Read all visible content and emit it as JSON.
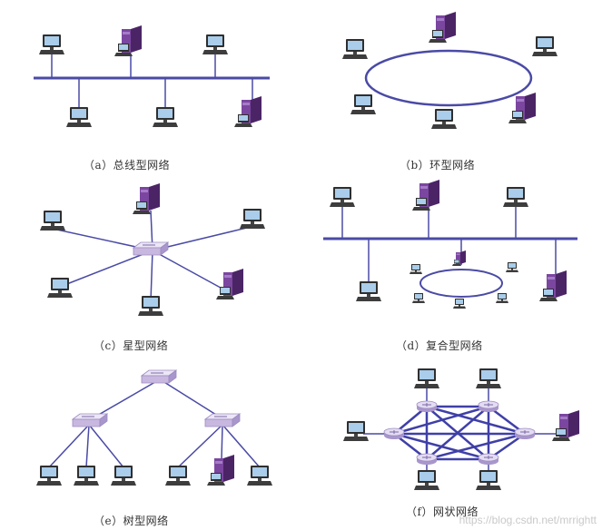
{
  "captions": {
    "a": "（a）总线型网络",
    "b": "（b）环型网络",
    "c": "（c）星型网络",
    "d": "（d）复合型网络",
    "e": "（e）树型网络",
    "f": "（f）网状网络"
  },
  "watermark": "https://blog.csdn.net/mrrightt",
  "colors": {
    "link": "#4a4aa6",
    "monitor_frame": "#3a3a3a",
    "monitor_screen": "#9bc3e6",
    "server_purple": "#6b3a8a",
    "hub_body": "#cdbfe3"
  }
}
